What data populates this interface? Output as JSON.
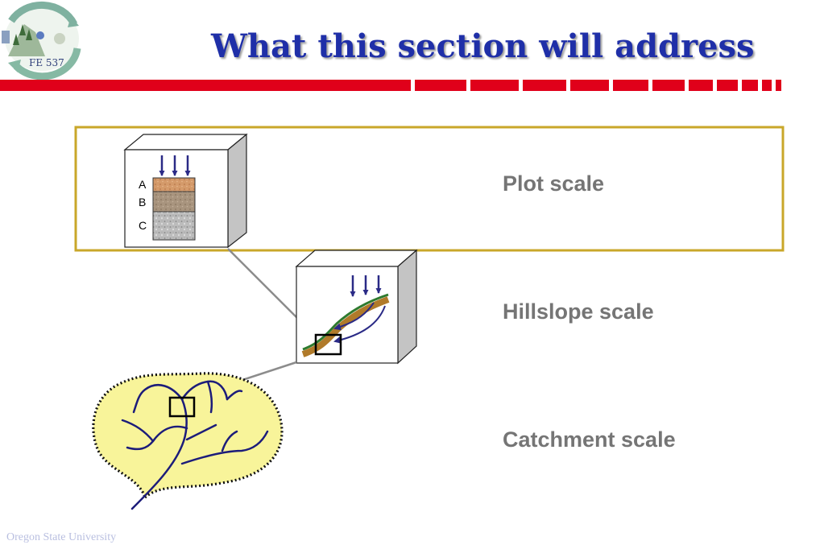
{
  "slide": {
    "title": "What this section will address",
    "logo_text": "FE 537",
    "footer": "Oregon State University"
  },
  "scales": [
    {
      "label": "Plot scale"
    },
    {
      "label": "Hillslope scale"
    },
    {
      "label": "Catchment scale"
    }
  ],
  "plot_box": {
    "horizons": [
      "A",
      "B",
      "C"
    ]
  },
  "colors": {
    "title": "#1f2fa8",
    "accent_bar": "#e0001a",
    "highlight_frame": "#c9a72a",
    "catchment_fill": "#f8f49a",
    "stream": "#1c1c7a",
    "arrow": "#2a2a86"
  }
}
